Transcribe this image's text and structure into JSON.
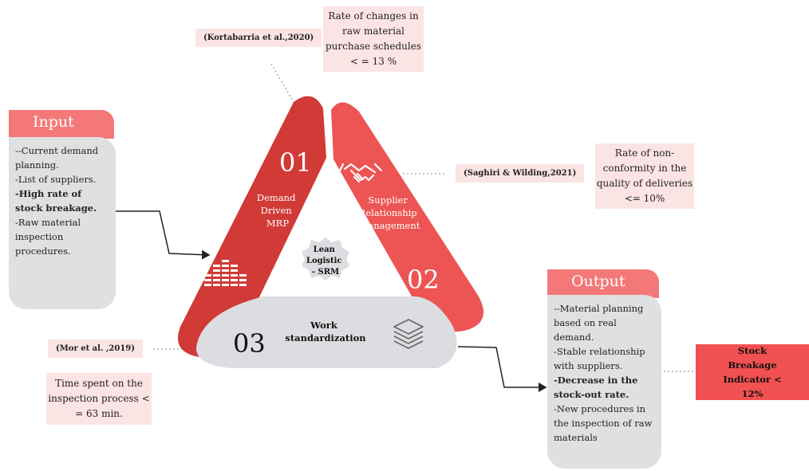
{
  "citations": {
    "top": "(Kortabarria et al.,2020)",
    "right": "(Saghiri & Wilding,2021)",
    "left": "(Mor et al. ,2019)"
  },
  "indicators": {
    "top": "Rate of changes in raw material purchase schedules < = 13 %",
    "right": "Rate of non-conformity in the quality of deliveries <= 10%",
    "left": "Time spent on the inspection process < = 63 min.",
    "final": "Stock Breakage Indicator < 12%"
  },
  "input": {
    "title": "Input",
    "lines": [
      {
        "text": "--Current demand planning.",
        "bold": false
      },
      {
        "text": "-List of suppliers.",
        "bold": false
      },
      {
        "text": "-High rate of stock breakage.",
        "bold": true
      },
      {
        "text": "-Raw material inspection procedures.",
        "bold": false
      }
    ]
  },
  "output": {
    "title": "Output",
    "lines": [
      {
        "text": "--Material planning based on real demand.",
        "bold": false
      },
      {
        "text": "-Stable relationship with suppliers.",
        "bold": false
      },
      {
        "text": "-Decrease in the stock-out rate.",
        "bold": true
      },
      {
        "text": "-New procedures in the inspection of raw materials",
        "bold": false
      }
    ]
  },
  "segments": {
    "s1": {
      "number": "01",
      "label_lines": [
        "Demand",
        "Driven",
        "MRP"
      ]
    },
    "s2": {
      "number": "02",
      "label_lines": [
        "Supplier",
        "Relationship",
        "Management"
      ]
    },
    "s3": {
      "number": "03",
      "label_lines": [
        "Work",
        "standardization"
      ]
    }
  },
  "center": {
    "lines": [
      "Lean",
      "Logistic",
      "- SRM"
    ]
  },
  "icons": [
    "bar-chart-icon",
    "handshake-icon",
    "layers-icon",
    "gear-badge"
  ],
  "colors": {
    "seg1": "#d13a36",
    "seg2": "#ec5553",
    "seg3": "#dcdde0",
    "tab": "#f47878",
    "pink": "#fbe4e4",
    "final": "#f15150"
  }
}
